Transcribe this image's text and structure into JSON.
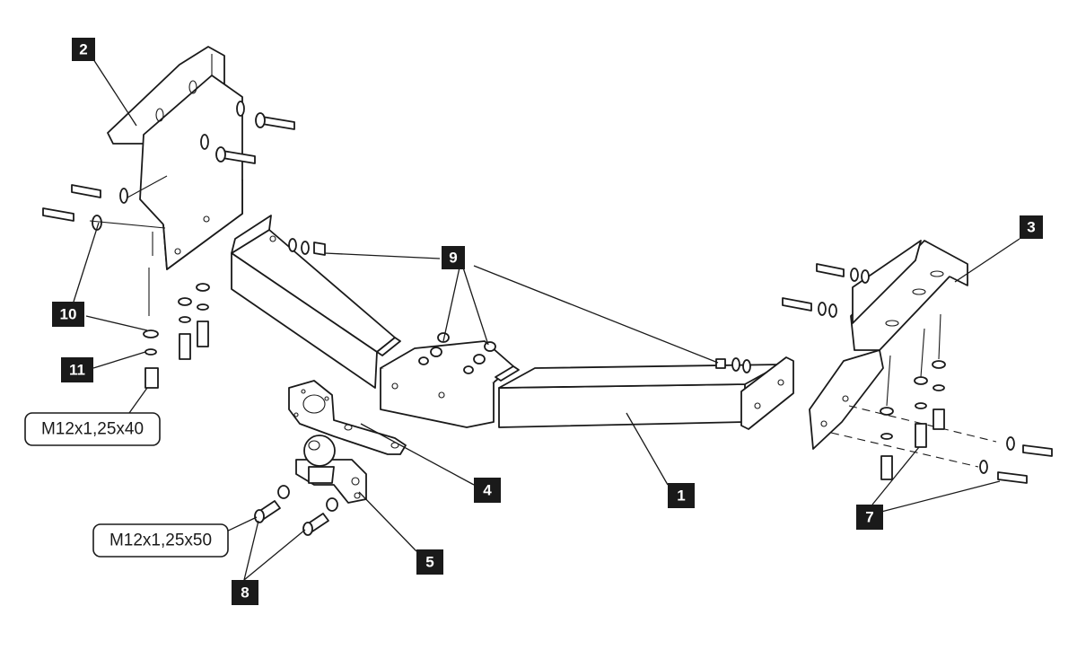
{
  "callouts": {
    "c1": "1",
    "c2": "2",
    "c3": "3",
    "c4": "4",
    "c5": "5",
    "c7": "7",
    "c8": "8",
    "c9": "9",
    "c10": "10",
    "c11": "11"
  },
  "specs": {
    "bolt_m12_40": "M12x1,25x40",
    "bolt_m12_50": "M12x1,25x50"
  },
  "colors": {
    "ink": "#1a1a1a",
    "background": "#ffffff",
    "badge_fill": "#1a1a1a",
    "badge_text": "#ffffff"
  }
}
